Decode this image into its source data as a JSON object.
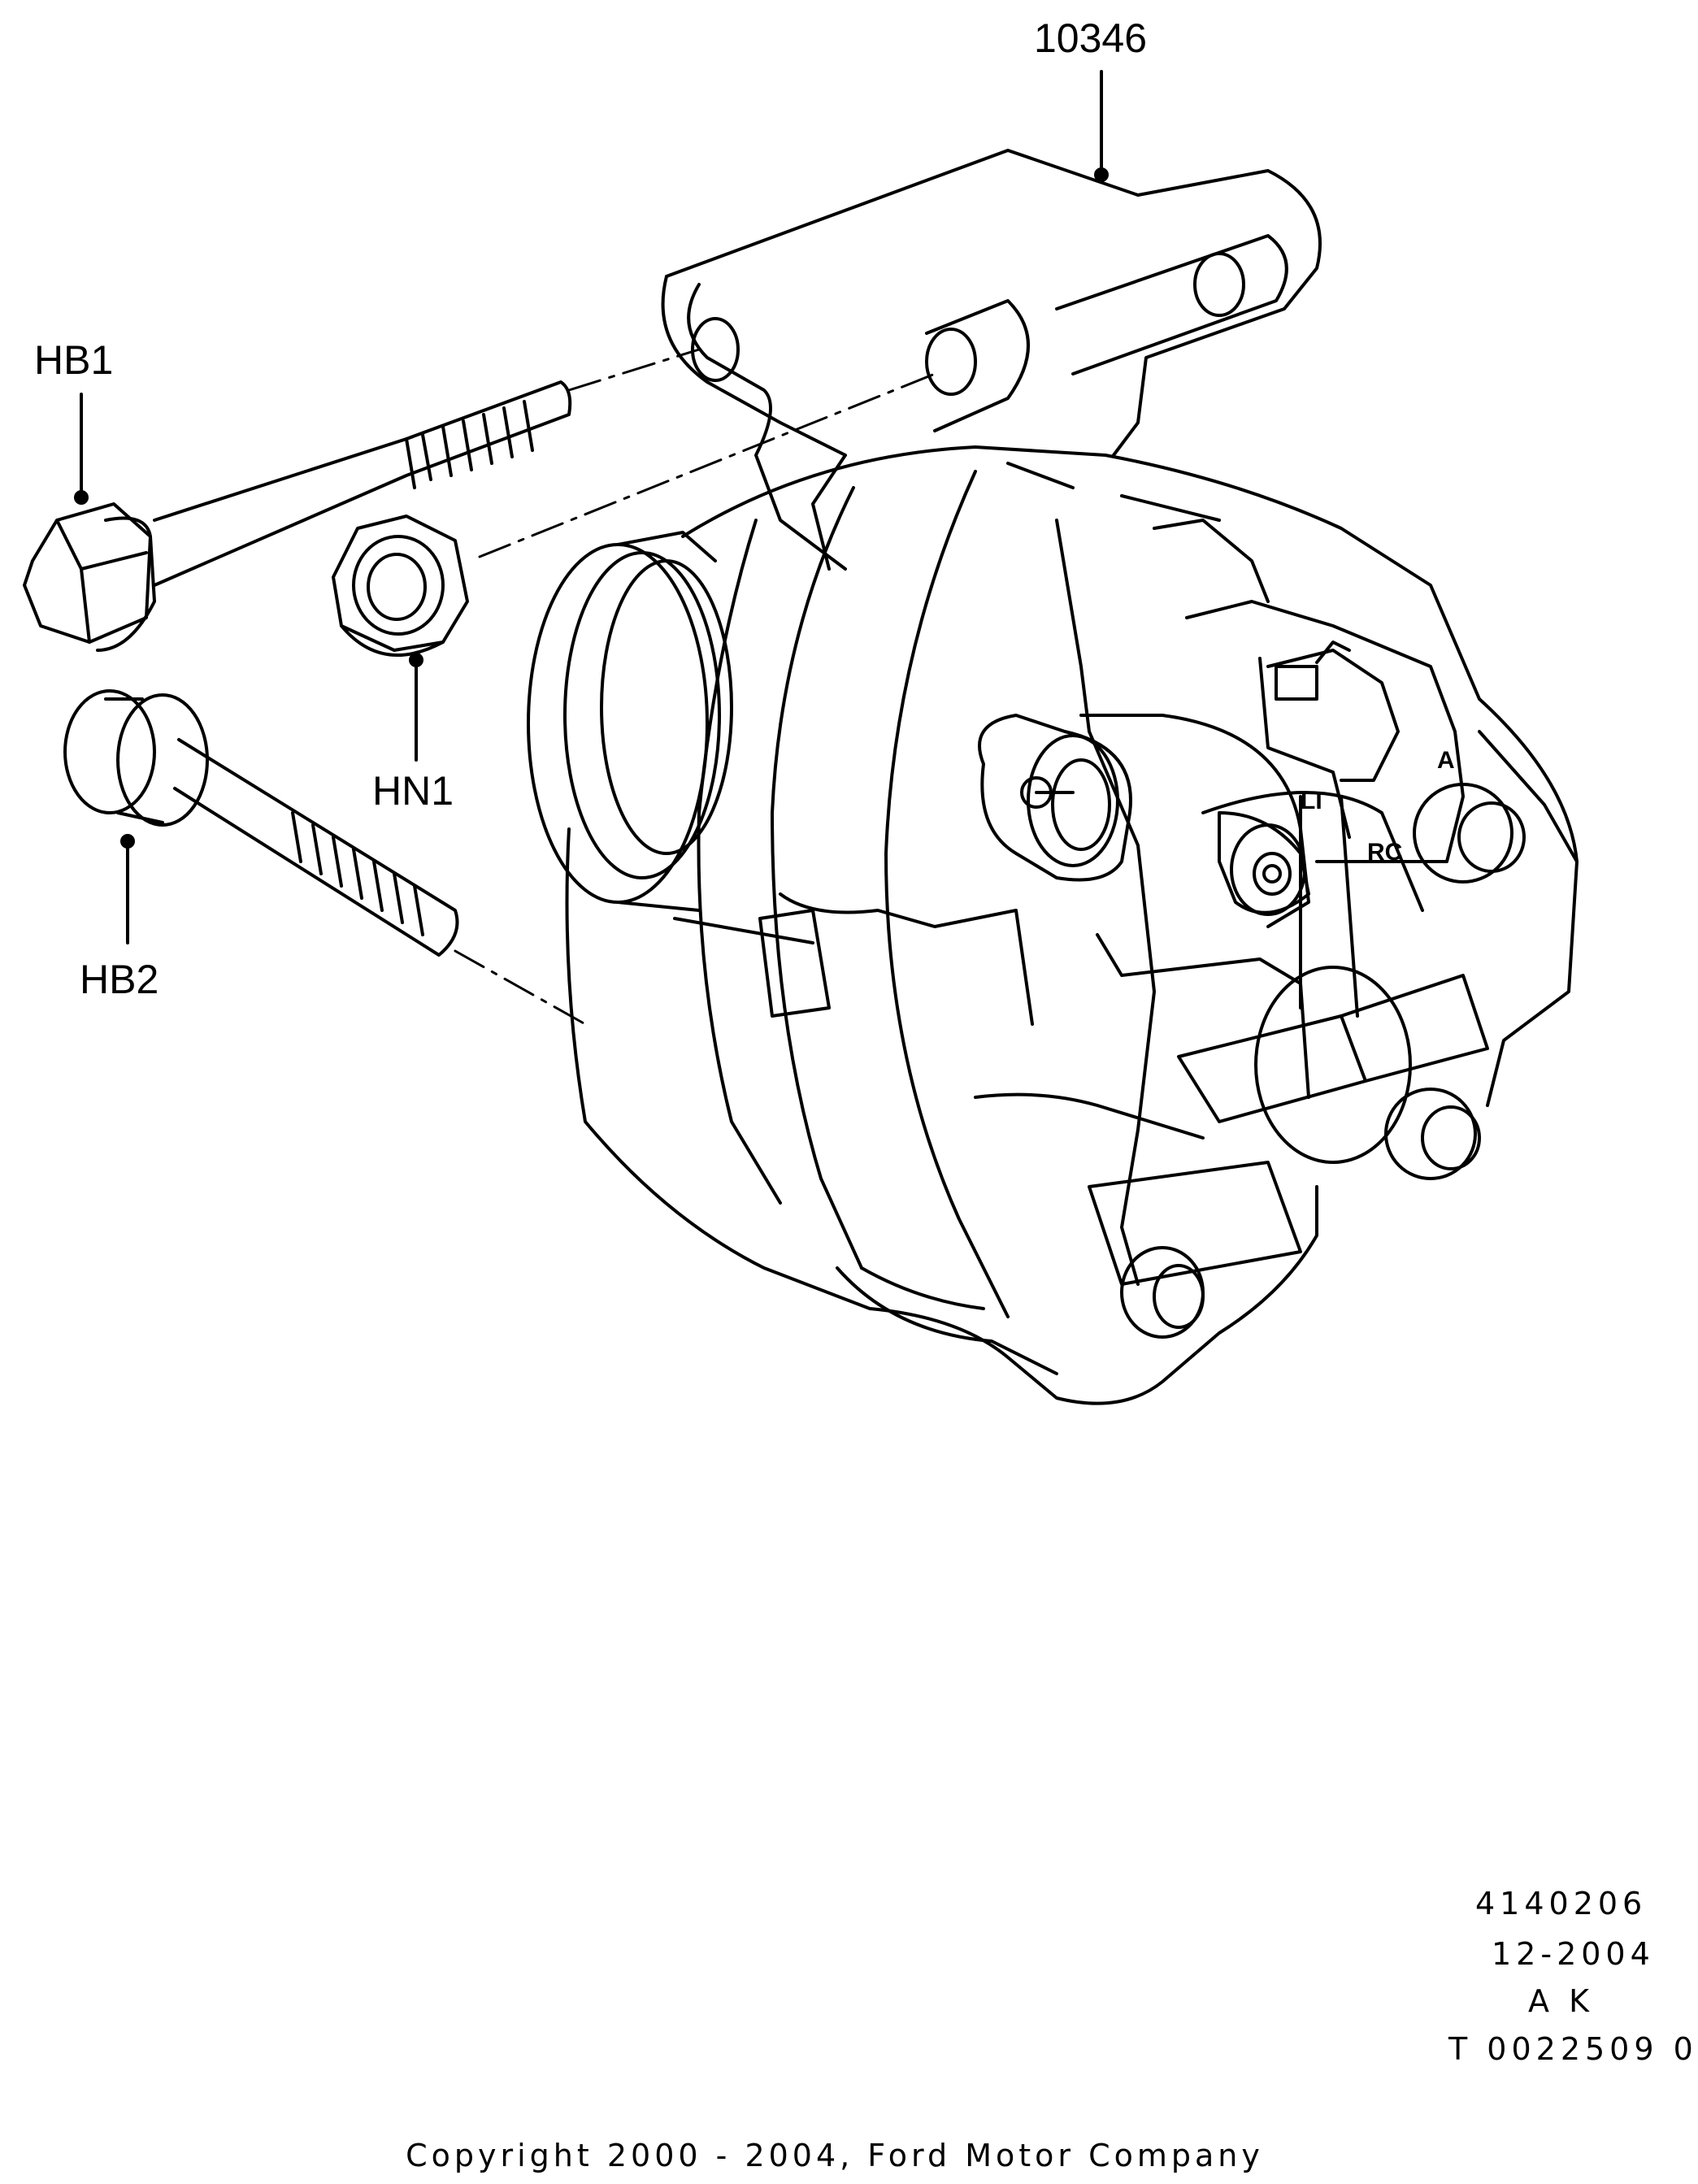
{
  "callouts": {
    "part_10346": "10346",
    "hb1": "HB1",
    "hn1": "HN1",
    "hb2": "HB2"
  },
  "connector_labels": {
    "li": "LI",
    "rc": "RC",
    "a": "A"
  },
  "reference": {
    "drawing_number": "4140206",
    "date": "12-2004",
    "code": "A K",
    "t_number": "T 0022509 0"
  },
  "copyright": "Copyright 2000 - 2004, Ford Motor Company",
  "colors": {
    "ink": "#000000",
    "paper": "#ffffff"
  }
}
